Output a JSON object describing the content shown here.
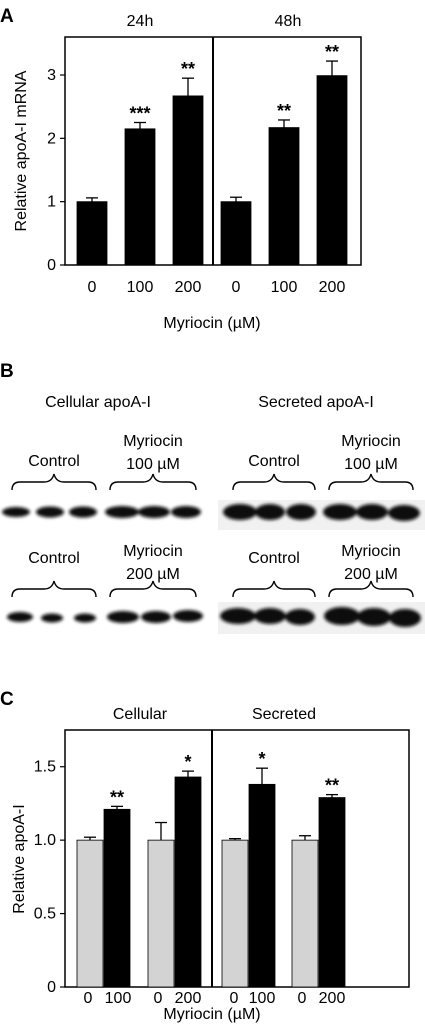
{
  "panel_letters": {
    "a": "A",
    "b": "B",
    "c": "C"
  },
  "chart_data": [
    {
      "type": "bar",
      "panel": "A",
      "ylabel": "Relative apoA-I mRNA",
      "xlabel": "Myriocin (µM)",
      "ylim": [
        0,
        3.6
      ],
      "yticks": [
        "0",
        "1",
        "2",
        "3"
      ],
      "groups": [
        "24h",
        "48h"
      ],
      "categories": [
        "0",
        "100",
        "200",
        "0",
        "100",
        "200"
      ],
      "values": [
        1.0,
        2.15,
        2.67,
        1.0,
        2.17,
        2.99
      ],
      "errors": [
        0.06,
        0.1,
        0.28,
        0.07,
        0.12,
        0.23
      ],
      "significance": [
        "",
        "***",
        "**",
        "",
        "**",
        "**"
      ],
      "colors": {
        "bar": "#000000"
      },
      "grid": false
    },
    {
      "type": "bar",
      "panel": "C",
      "ylabel": "Relative apoA-I",
      "xlabel": "Myriocin (µM)",
      "ylim": [
        0,
        1.75
      ],
      "yticks": [
        "0",
        "0.5",
        "1.0",
        "1.5"
      ],
      "groups": [
        "Cellular",
        "Secreted"
      ],
      "categories": [
        "0",
        "100",
        "0",
        "200",
        "0",
        "100",
        "0",
        "200"
      ],
      "values": [
        1.0,
        1.21,
        1.0,
        1.43,
        1.0,
        1.38,
        1.0,
        1.29
      ],
      "errors": [
        0.02,
        0.02,
        0.12,
        0.04,
        0.01,
        0.11,
        0.03,
        0.02
      ],
      "significance": [
        "",
        "**",
        "",
        "*",
        "",
        "*",
        "",
        "**"
      ],
      "colors": {
        "control": "#d3d3d3",
        "treated": "#000000"
      },
      "grid": false
    }
  ],
  "blot": {
    "left_title": "Cellular apoA-I",
    "right_title": "Secreted apoA-I",
    "control": "Control",
    "myriocin": "Myriocin",
    "dose_100": "100 µM",
    "dose_200": "200 µM"
  }
}
